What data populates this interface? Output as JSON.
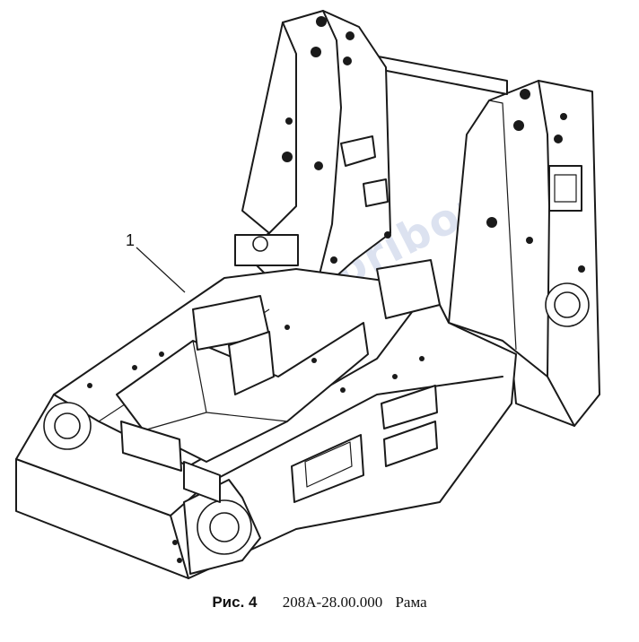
{
  "drawing": {
    "callout_label": "1",
    "watermark": "www.stroypribor.kz"
  },
  "caption": {
    "figure": "Рис. 4",
    "code": "208А-28.00.000",
    "title": "Рама"
  }
}
